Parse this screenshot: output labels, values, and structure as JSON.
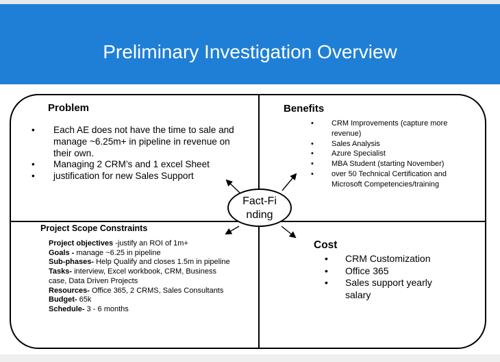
{
  "slide": {
    "title": "Preliminary Investigation Overview"
  },
  "problem": {
    "title": "Problem",
    "items": [
      "Each AE does not have the time to sale and manage ~6.25m+ in pipeline in revenue on their own.",
      "Managing 2 CRM’s and 1 excel Sheet",
      "justification for new Sales Support"
    ]
  },
  "benefits": {
    "title": "Benefits",
    "items": [
      "CRM Improvements (capture more revenue)",
      "Sales Analysis",
      "Azure Specialist",
      "MBA Student (starting November)",
      "over 50 Technical Certification and  Microsoft Competencies/training"
    ]
  },
  "center": {
    "line1": "Fact-Fi",
    "line2": "nding"
  },
  "scope": {
    "title": "Project Scope Constraints",
    "rows": [
      {
        "label": "Project objectives",
        "text": " -justify an ROI of 1m+"
      },
      {
        "label": "Goals -",
        "text": " manage ~6.25 in pipeline"
      },
      {
        "label": "Sub-phases-",
        "text": " Help Qualify and closes 1.5m in pipeline"
      },
      {
        "label": "Tasks-",
        "text": " interview, Excel workbook,  CRM, Business case, Data Driven Projects"
      },
      {
        "label": "Resources-",
        "text": " Office 365, 2 CRMS, Sales Consultants"
      },
      {
        "label": "Budget-",
        "text": " 65k"
      },
      {
        "label": "Schedule-",
        "text": " 3 - 6 months"
      }
    ]
  },
  "cost": {
    "title": "Cost",
    "items": [
      "CRM Customization",
      "Office 365",
      "Sales support yearly salary"
    ]
  },
  "colors": {
    "banner": "#1f7fd6",
    "title_text": "#ffffff"
  }
}
